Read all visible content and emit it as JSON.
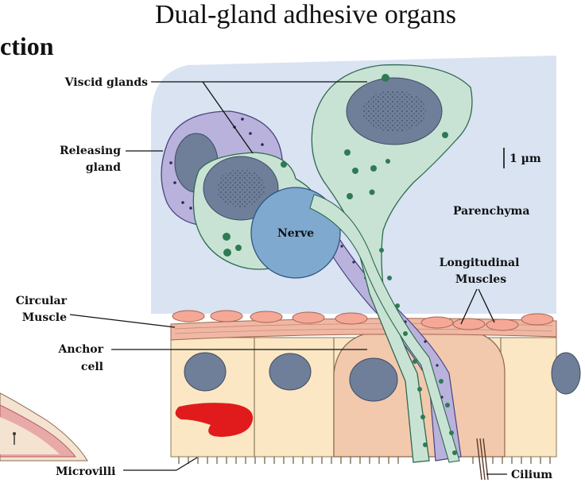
{
  "title": "Dual-gland adhesive organs",
  "section_heading": "ction",
  "labels": {
    "viscid_glands": "Viscid glands",
    "releasing_gland_line1": "Releasing",
    "releasing_gland_line2": "gland",
    "scale": "1 µm",
    "parenchyma": "Parenchyma",
    "nerve": "Nerve",
    "longitudinal_line1": "Longitudinal",
    "longitudinal_line2": "Muscles",
    "circular_line1": "Circular",
    "circular_line2": "Muscle",
    "anchor_line1": "Anchor",
    "anchor_line2": "cell",
    "microvilli": "Microvilli",
    "cilium": "Cilium"
  },
  "colors": {
    "parenchyma": "#d9e3f2",
    "viscid_gland": "#c8e3d4",
    "viscid_granule": "#2e7a55",
    "releasing_gland": "#b9b2dc",
    "releasing_granule": "#2a2560",
    "nucleus": "#6f7f99",
    "nerve": "#7fa9cf",
    "muscle": "#f0b8a4",
    "epidermis": "#fbe7c4",
    "anchor_cell": "#f2c9ad",
    "annotation_red": "#e11b1b"
  }
}
